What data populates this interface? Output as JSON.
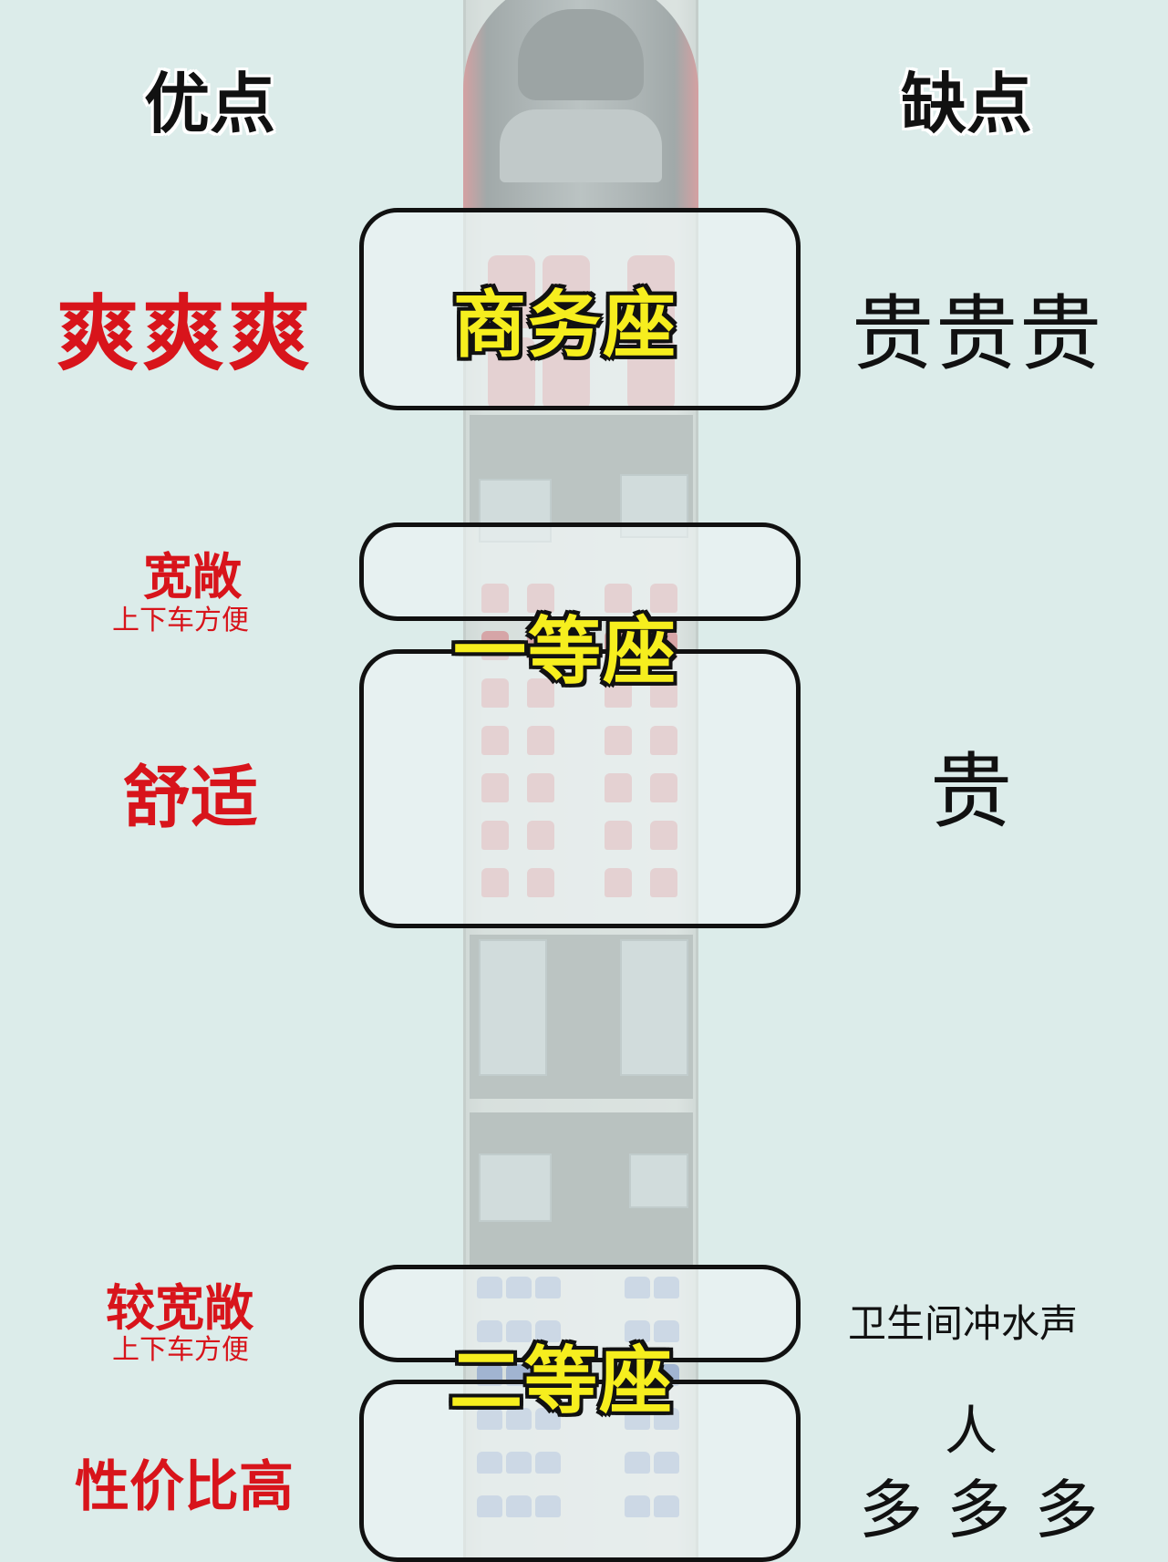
{
  "colors": {
    "background": "#dcecea",
    "pros_text": "#d8141b",
    "cons_text": "#111111",
    "seat_label": "#f6ee1e"
  },
  "headers": {
    "pros": "优点",
    "cons": "缺点"
  },
  "sections": {
    "business": {
      "label": "商务座",
      "pro": "爽爽爽",
      "con": "贵贵贵"
    },
    "first": {
      "label": "一等座",
      "pro_front": "宽敞",
      "pro_front_sub": "上下车方便",
      "pro_main": "舒适",
      "con": "贵"
    },
    "second": {
      "label": "二等座",
      "pro_front": "较宽敞",
      "pro_front_sub": "上下车方便",
      "pro_main": "性价比高",
      "con_front": "卫生间冲水声",
      "con_main_line1": "人",
      "con_main_line2": "多 多 多"
    }
  }
}
